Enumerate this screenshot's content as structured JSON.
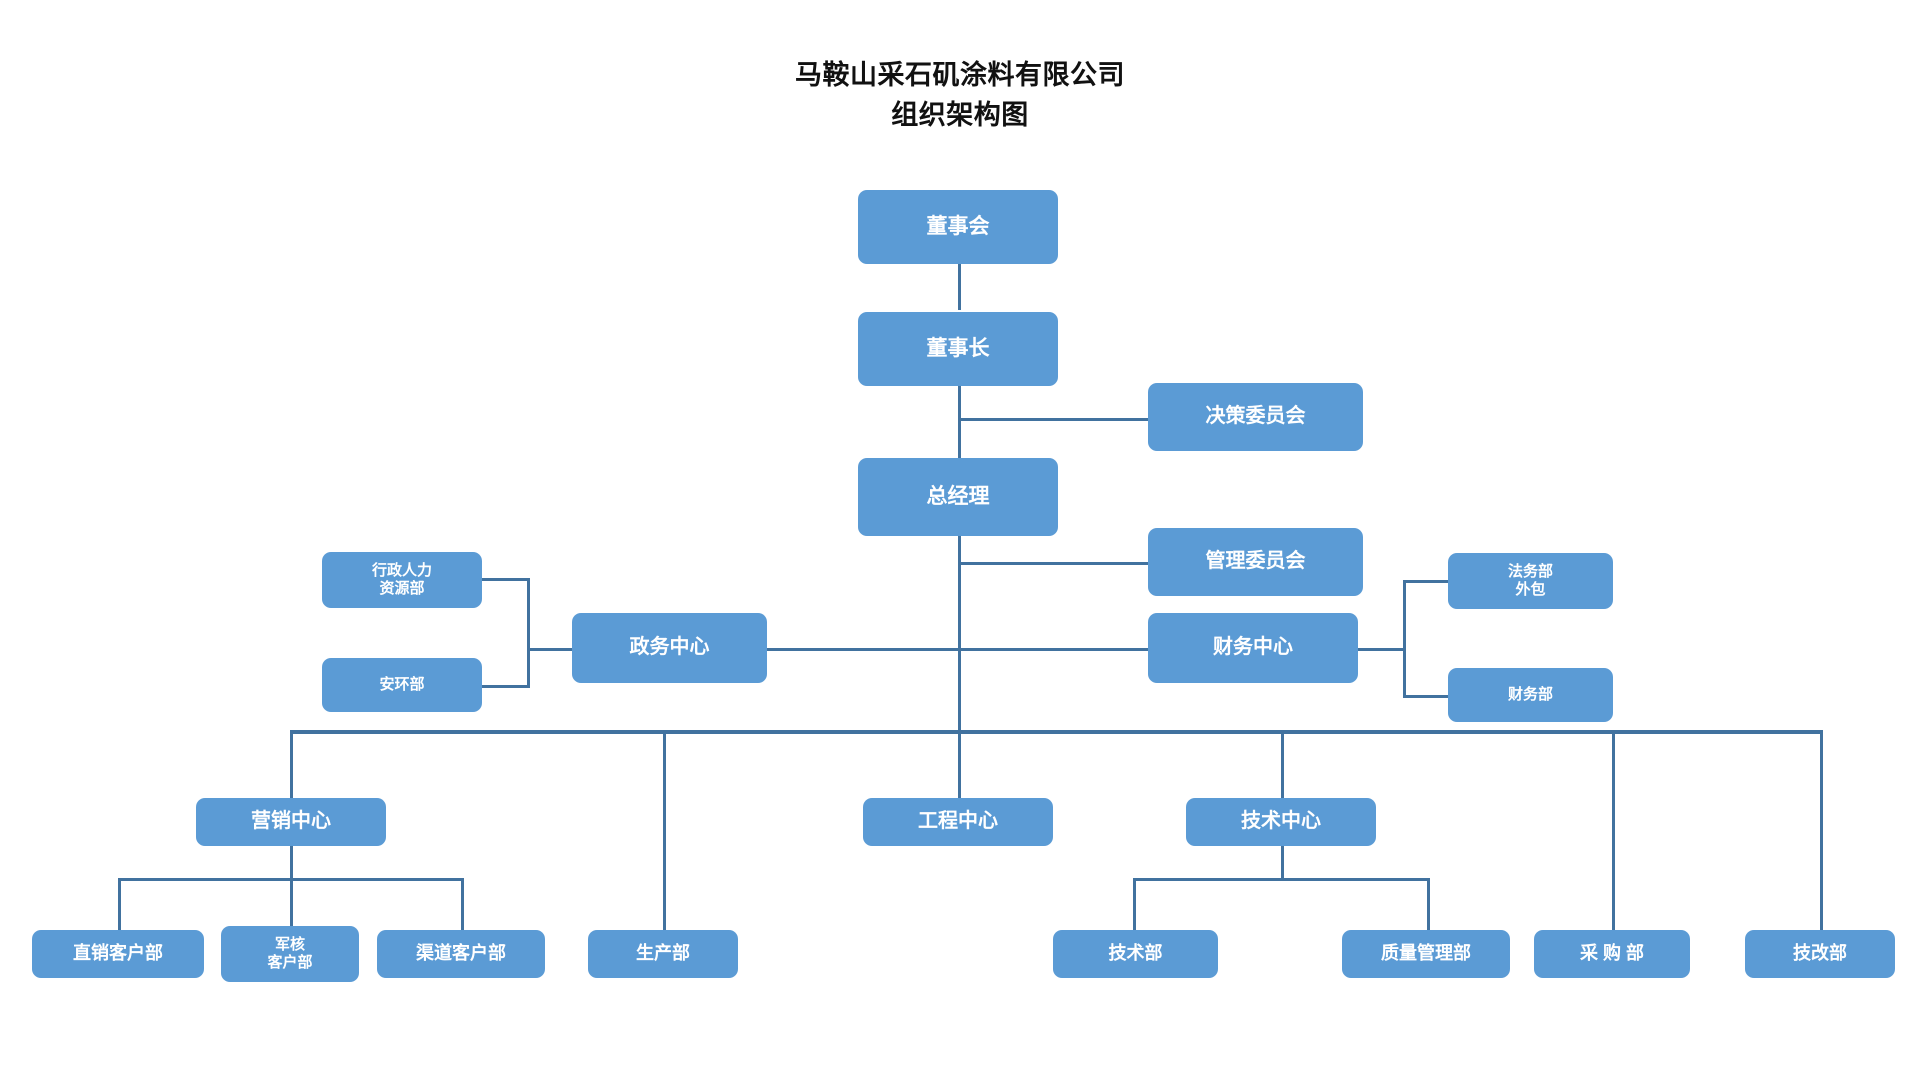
{
  "title": {
    "line1": "马鞍山采石矶涂料有限公司",
    "line2": "组织架构图"
  },
  "colors": {
    "node_fill": "#5B9BD5",
    "node_text": "#FFFFFF",
    "connector": "#41729F",
    "title_text": "#111111",
    "background": "#FFFFFF"
  },
  "chart_data": {
    "type": "diagram",
    "diagram_type": "org-chart",
    "title": "马鞍山采石矶涂料有限公司 组织架构图",
    "nodes": [
      {
        "id": "board",
        "label": "董事会",
        "level": 1
      },
      {
        "id": "chairman",
        "label": "董事长",
        "level": 1
      },
      {
        "id": "decision",
        "label": "决策委员会",
        "level": 2
      },
      {
        "id": "gm",
        "label": "总经理",
        "level": 1
      },
      {
        "id": "mgmt",
        "label": "管理委员会",
        "level": 2
      },
      {
        "id": "gov-center",
        "label": "政务中心",
        "level": 2
      },
      {
        "id": "hr",
        "label": "行政人力\n资源部",
        "level": 3
      },
      {
        "id": "safety",
        "label": "安环部",
        "level": 3
      },
      {
        "id": "fin-center",
        "label": "财务中心",
        "level": 2
      },
      {
        "id": "legal",
        "label": "法务部\n外包",
        "level": 3
      },
      {
        "id": "finance",
        "label": "财务部",
        "level": 3
      },
      {
        "id": "mkt-center",
        "label": "营销中心",
        "level": 2
      },
      {
        "id": "eng-center",
        "label": "工程中心",
        "level": 2
      },
      {
        "id": "tech-center",
        "label": "技术中心",
        "level": 2
      },
      {
        "id": "direct-cust",
        "label": "直销客户部",
        "level": 3
      },
      {
        "id": "mil-cust",
        "label": "军核\n客户部",
        "level": 3
      },
      {
        "id": "chan-cust",
        "label": "渠道客户部",
        "level": 3
      },
      {
        "id": "production",
        "label": "生产部",
        "level": 3
      },
      {
        "id": "tech-dept",
        "label": "技术部",
        "level": 3
      },
      {
        "id": "quality",
        "label": "质量管理部",
        "level": 3
      },
      {
        "id": "purchase",
        "label": "采 购 部",
        "level": 3
      },
      {
        "id": "tech-improve",
        "label": "技改部",
        "level": 3
      }
    ],
    "edges": [
      {
        "from": "board",
        "to": "chairman"
      },
      {
        "from": "chairman",
        "to": "decision"
      },
      {
        "from": "chairman",
        "to": "gm"
      },
      {
        "from": "gm",
        "to": "mgmt"
      },
      {
        "from": "gm",
        "to": "gov-center"
      },
      {
        "from": "gm",
        "to": "fin-center"
      },
      {
        "from": "gov-center",
        "to": "hr"
      },
      {
        "from": "gov-center",
        "to": "safety"
      },
      {
        "from": "fin-center",
        "to": "legal"
      },
      {
        "from": "fin-center",
        "to": "finance"
      },
      {
        "from": "gm",
        "to": "mkt-center"
      },
      {
        "from": "gm",
        "to": "production"
      },
      {
        "from": "gm",
        "to": "eng-center"
      },
      {
        "from": "gm",
        "to": "tech-center"
      },
      {
        "from": "gm",
        "to": "purchase"
      },
      {
        "from": "gm",
        "to": "tech-improve"
      },
      {
        "from": "mkt-center",
        "to": "direct-cust"
      },
      {
        "from": "mkt-center",
        "to": "mil-cust"
      },
      {
        "from": "mkt-center",
        "to": "chan-cust"
      },
      {
        "from": "tech-center",
        "to": "tech-dept"
      },
      {
        "from": "tech-center",
        "to": "quality"
      }
    ]
  }
}
